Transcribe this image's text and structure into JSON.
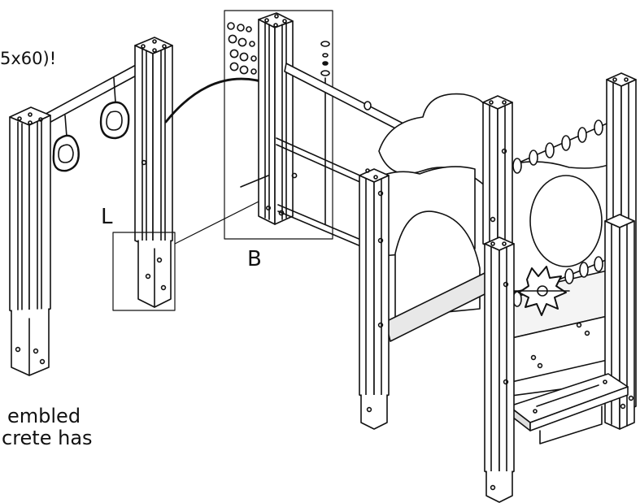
{
  "notes": {
    "top": "5x60)!",
    "bottom_line1": "embled",
    "bottom_line2": "crete has"
  },
  "labels": {
    "L": "L",
    "B": "B"
  },
  "colors": {
    "line": "#111111",
    "background": "#ffffff",
    "shade": "#cfcfcf"
  }
}
